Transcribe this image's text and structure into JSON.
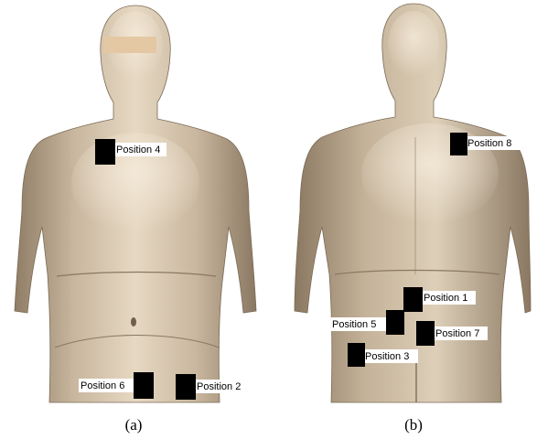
{
  "panels": [
    {
      "caption": "(a)",
      "view": "front",
      "markers": [
        {
          "label": "Position 4"
        },
        {
          "label": "Position 6"
        },
        {
          "label": "Position 2"
        }
      ]
    },
    {
      "caption": "(b)",
      "view": "back",
      "markers": [
        {
          "label": "Position 8"
        },
        {
          "label": "Position 1"
        },
        {
          "label": "Position 5"
        },
        {
          "label": "Position 7"
        },
        {
          "label": "Position 3"
        }
      ]
    }
  ],
  "colors": {
    "body_fill": "#c9b79f",
    "body_shade": "#8f7d66",
    "body_highlight": "#efe3d0",
    "face_redaction": "#e3c8a3",
    "marker": "#000000"
  }
}
